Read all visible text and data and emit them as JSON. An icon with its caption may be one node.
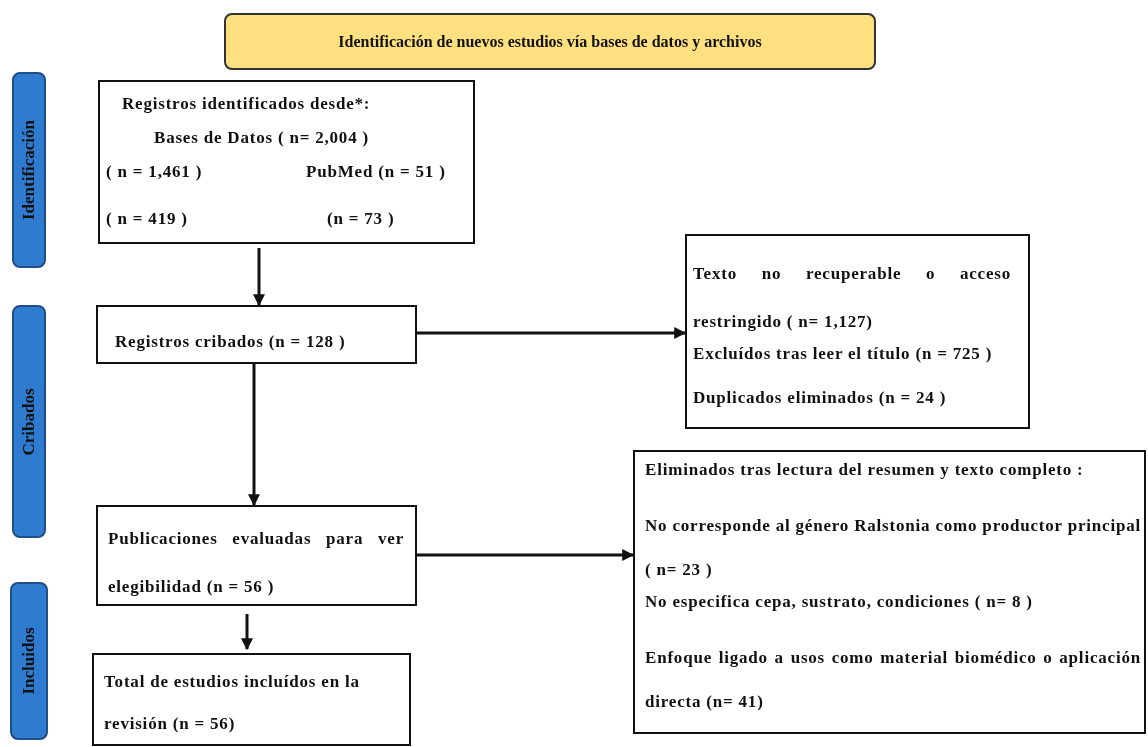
{
  "diagram": {
    "nodes": [
      {
        "text": [
          "Identificación de nuevos estudios vía bases de datos y archivos"
        ]
      },
      {
        "text": [
          "Identificación"
        ]
      },
      {
        "text": [
          "Cribados"
        ]
      },
      {
        "text": [
          "Incluidos"
        ]
      },
      {
        "text": [
          "Registros identificados desde*:",
          "Bases de Datos ( n= 2,004 )",
          "( n = 1,461 )",
          "PubMed (n = 51 )",
          "( n = 419 )",
          "(n = 73 )"
        ]
      },
      {
        "text": [
          "Registros cribados (n = 128 )"
        ]
      },
      {
        "text": [
          "Texto no recuperable o acceso restringido ( n= 1,127)",
          "Excluídos tras leer el título (n = 725 )",
          "Duplicados eliminados (n = 24 )"
        ]
      },
      {
        "text": [
          "Publicaciones evaluadas para ver elegibilidad (n = 56 )"
        ]
      },
      {
        "text": [
          "Eliminados tras lectura del resumen y texto completo :",
          "No corresponde al género Ralstonia como productor principal ( n= 23 )",
          "No especifica cepa, sustrato, condiciones ( n= 8 )",
          "Enfoque ligado a usos como material biomédico o aplicación directa (n= 41)"
        ]
      },
      {
        "text": [
          "Total de estudios incluídos en la revisión (n = 56)"
        ]
      }
    ],
    "edges": [
      {
        "from": 4,
        "to": 5,
        "arrow": "to"
      },
      {
        "from": 5,
        "to": 6,
        "arrow": "to"
      },
      {
        "from": 5,
        "to": 7,
        "arrow": "to"
      },
      {
        "from": 7,
        "to": 8,
        "arrow": "to"
      },
      {
        "from": 7,
        "to": 9,
        "arrow": "to"
      }
    ]
  }
}
